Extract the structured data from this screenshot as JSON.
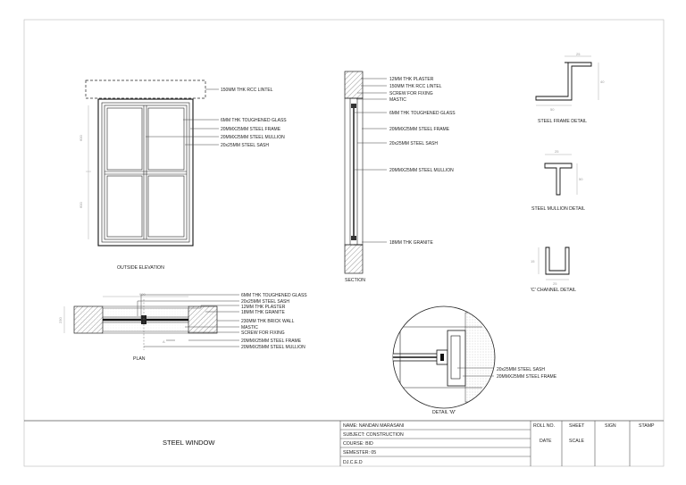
{
  "drawing": {
    "elevation": {
      "caption": "OUTSIDE ELEVATION",
      "labels": [
        "150MM THK RCC LINTEL",
        "6MM THK TOUGHENED GLASS",
        "20MMX25MM STEEL FRAME",
        "20MMX25MM STEEL MULLION",
        "20x25MM STEEL SASH"
      ],
      "dims": [
        "600",
        "600"
      ]
    },
    "section": {
      "caption": "SECTION",
      "labels": [
        "12MM THK PLASTER",
        "150MM THK RCC LINTEL",
        "SCREW FOR FIXING",
        "MASTIC",
        "6MM THK TOUGHENED GLASS",
        "20MMX25MM STEEL FRAME",
        "20x25MM STEEL SASH",
        "20MMX25MM STEEL MULLION",
        "18MM THK GRANITE"
      ]
    },
    "plan": {
      "caption": "PLAN",
      "section_mark": "A",
      "dims": [
        "900",
        "230"
      ],
      "labels": [
        "6MM THK TOUGHENED GLASS",
        "20x25MM STEEL SASH",
        "12MM THK PLASTER",
        "18MM THK GRANITE",
        "230MM THK BRICK WALL",
        "MASTIC",
        "SCREW FOR FIXING",
        "20MMX25MM STEEL FRAME",
        "20MMX25MM STEEL MULLION"
      ]
    },
    "details": {
      "frame_caption": "STEEL FRAME DETAIL",
      "mullion_caption": "STEEL MULLION DETAIL",
      "channel_caption": "'C' CHANNEL DETAIL",
      "frame_dims": [
        "25",
        "40",
        "50"
      ],
      "mullion_dims": [
        "25",
        "50"
      ],
      "channel_dims": [
        "15",
        "25"
      ]
    },
    "detail_w": {
      "caption": "DETAIL 'W'",
      "labels": [
        "20x25MM STEEL SASH",
        "20MMX25MM STEEL FRAME"
      ]
    }
  },
  "title_block": {
    "title": "STEEL WINDOW",
    "name": "NAME: NANDAN MARASANI",
    "subject": "SUBJECT: CONSTRUCTION",
    "course": "COURSE: BID",
    "semester": "SEMESTER: 05",
    "institute": "DJ.C.E.D",
    "roll_no": "ROLL NO.",
    "sheet": "SHEET",
    "sign": "SIGN",
    "stamp": "STAMP",
    "date": "DATE",
    "scale": "SCALE"
  }
}
